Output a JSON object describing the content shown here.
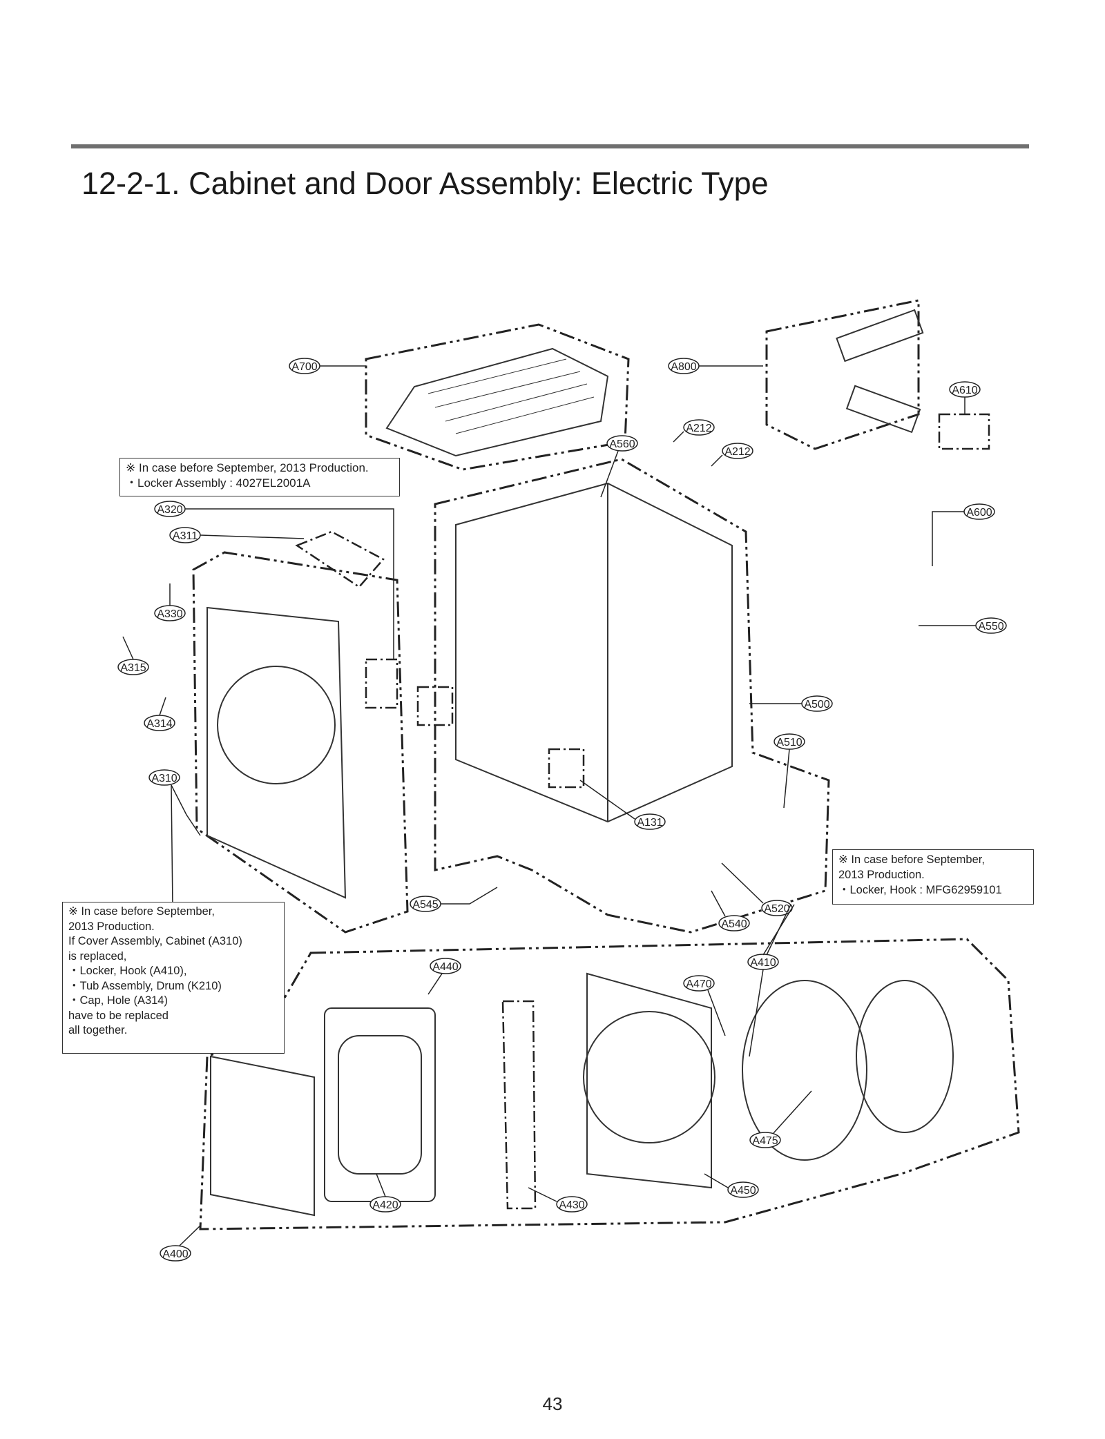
{
  "header": {
    "title": "12-2-1. Cabinet and Door Assembly: Electric Type"
  },
  "notes": {
    "top_left": [
      "※ In case before September, 2013 Production.",
      "・Locker Assembly : 4027EL2001A"
    ],
    "bottom_left": [
      "※ In case before September,",
      "2013 Production.",
      "If Cover Assembly, Cabinet (A310)",
      "is replaced,",
      "・Locker, Hook (A410),",
      "・Tub Assembly, Drum (K210)",
      "・Cap, Hole (A314)",
      "have to be replaced",
      "all together."
    ],
    "right": [
      "※ In case before September,",
      "2013 Production.",
      "・Locker, Hook : MFG62959101"
    ]
  },
  "labels": [
    "A700",
    "A800",
    "A610",
    "A212",
    "A212",
    "A560",
    "A320",
    "A311",
    "A600",
    "A330",
    "A550",
    "A315",
    "A500",
    "A314",
    "A510",
    "A310",
    "A131",
    "A545",
    "A520",
    "A540",
    "A410",
    "A440",
    "A470",
    "A475",
    "A450",
    "A420",
    "A430",
    "A400"
  ],
  "footer": {
    "page_number": "43"
  },
  "colors": {
    "line": "#222222",
    "rule": "#6f6f6f"
  }
}
